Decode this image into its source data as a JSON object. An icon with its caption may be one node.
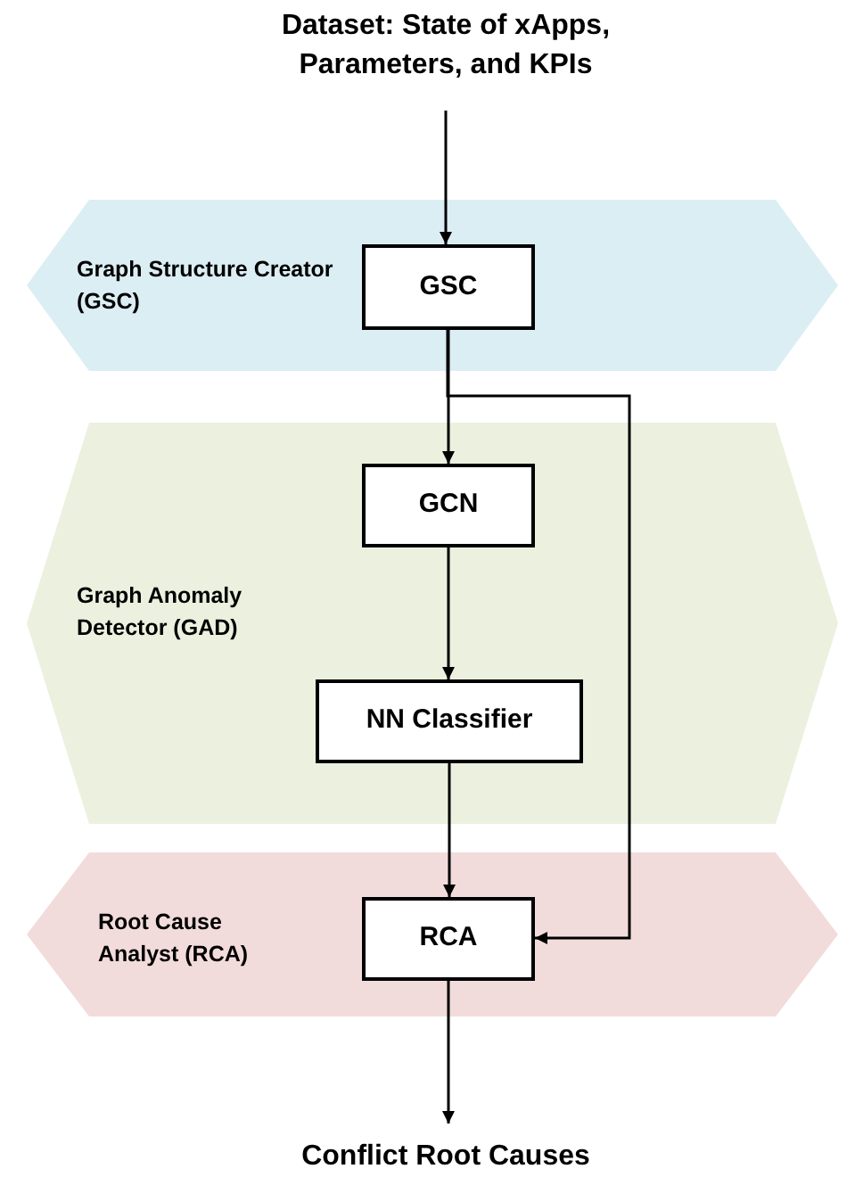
{
  "diagram": {
    "nodes": [
      {
        "text": [
          "Dataset: State of xApps, Parameters, and KPIs"
        ]
      },
      {
        "text": [
          "Graph Structure Creator (GSC)"
        ]
      },
      {
        "text": [
          "GSC"
        ],
        "in": 1
      },
      {
        "text": [
          "Graph Anomaly Detector (GAD)"
        ]
      },
      {
        "text": [
          "GCN"
        ],
        "in": 3
      },
      {
        "text": [
          "NN Classifier"
        ],
        "in": 3
      },
      {
        "text": [
          "Root Cause Analyst (RCA)"
        ]
      },
      {
        "text": [
          "RCA"
        ],
        "in": 6
      },
      {
        "text": [
          "Conflict Root Causes"
        ]
      }
    ],
    "edges": [
      {
        "from": 0,
        "to": 2,
        "arrow": "to"
      },
      {
        "from": 2,
        "to": 4,
        "arrow": "to"
      },
      {
        "from": 2,
        "to": 7,
        "arrow": "to"
      },
      {
        "from": 4,
        "to": 5,
        "arrow": "to"
      },
      {
        "from": 5,
        "to": 7,
        "arrow": "to"
      },
      {
        "from": 7,
        "to": 8,
        "arrow": "to"
      }
    ]
  }
}
